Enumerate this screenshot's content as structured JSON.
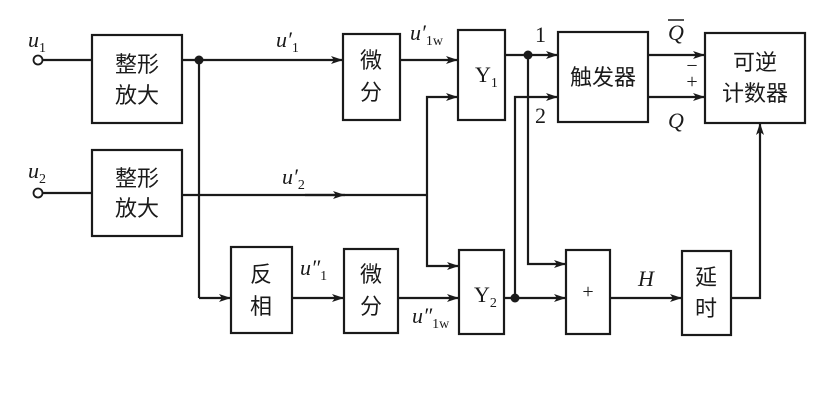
{
  "diagram": {
    "inputs": [
      {
        "name": "u",
        "sub": "1"
      },
      {
        "name": "u",
        "sub": "2"
      }
    ],
    "blocks": {
      "shaper1": [
        "整形",
        "放大"
      ],
      "shaper2": [
        "整形",
        "放大"
      ],
      "diff1": [
        "微",
        "分"
      ],
      "inverter": [
        "反",
        "相"
      ],
      "diff2": [
        "微",
        "分"
      ],
      "gate1": {
        "name": "Y",
        "sub": "1"
      },
      "gate2": {
        "name": "Y",
        "sub": "2"
      },
      "trigger": "触发器",
      "counter": [
        "可逆",
        "计数器"
      ],
      "or_gate": "+",
      "delay": [
        "延",
        "时"
      ]
    },
    "signals": {
      "u1p": {
        "name": "u′",
        "sub": "1"
      },
      "u1w": {
        "name": "u′",
        "sub": "1w"
      },
      "u2p": {
        "name": "u′",
        "sub": "2"
      },
      "u1pp": {
        "name": "u″",
        "sub": "1"
      },
      "u1wpp": {
        "name": "u″",
        "sub": "1w"
      },
      "line1": "1",
      "line2": "2",
      "qbar": "Q",
      "q": "Q",
      "minus": "−",
      "plus": "+",
      "h": "H"
    }
  }
}
